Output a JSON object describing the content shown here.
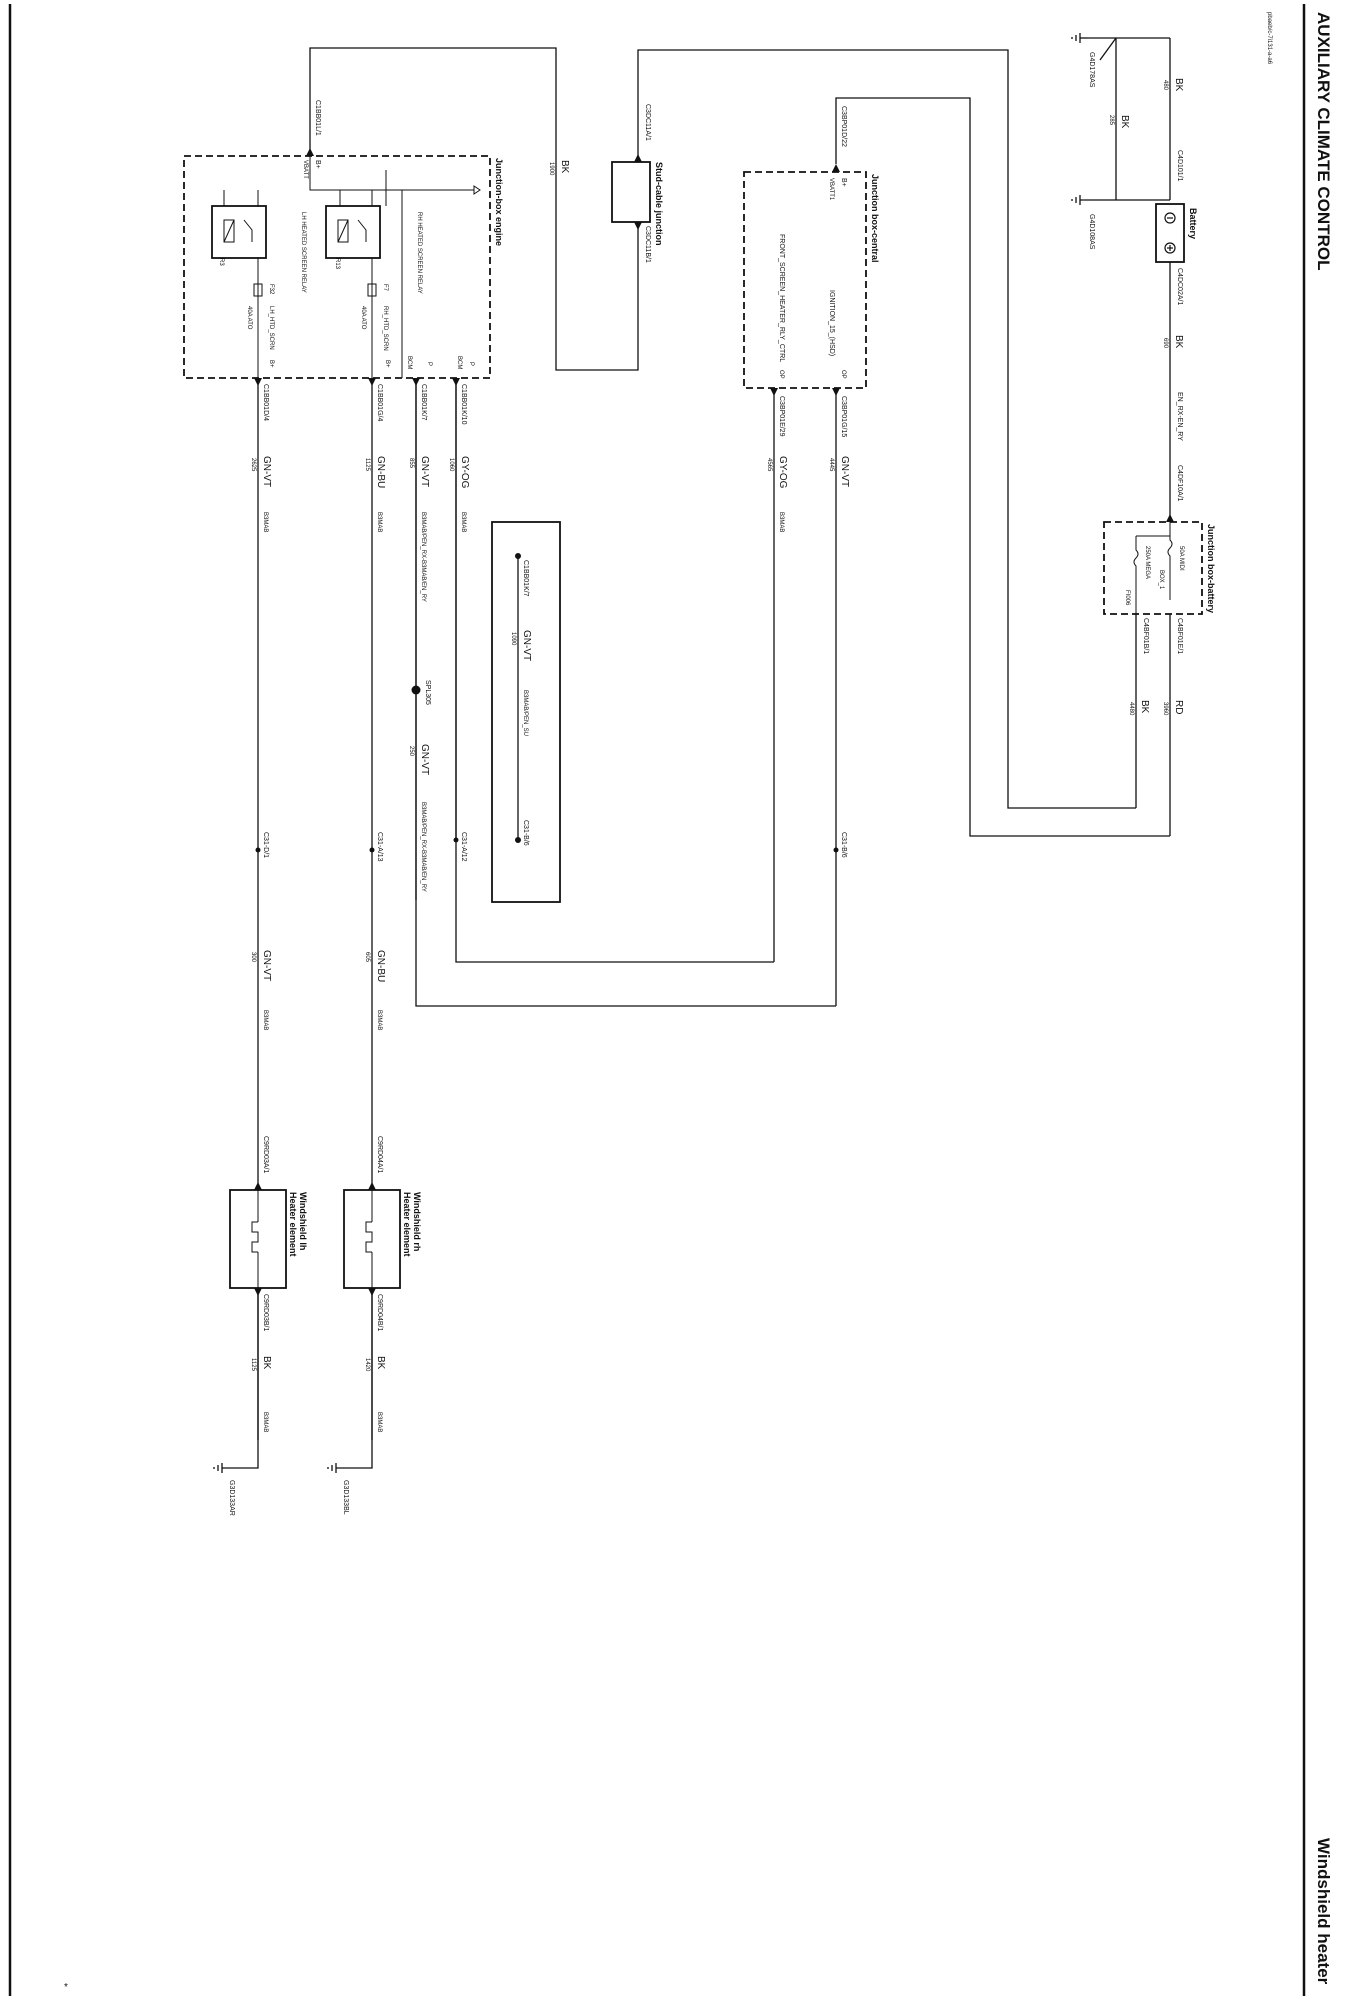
{
  "header": {
    "title": "AUXILIARY CLIMATE CONTROL",
    "subtitle": "Windshield heater",
    "ref": "pbaeb/c-7i131-a-a6"
  },
  "battery": {
    "name": "Battery",
    "neg_pin": "C4D101/1",
    "pos_pin": "C4DC02A/1",
    "neg_wire": {
      "color": "BK",
      "num": "480"
    },
    "ground_wire": {
      "color": "BK",
      "num": "285"
    },
    "pos_wire": {
      "color": "BK",
      "num": "690"
    },
    "ground_a": "G4D178AS",
    "ground_b": "G4D108AS"
  },
  "jbox_battery": {
    "name": "Junction box-battery",
    "in_pin": "C4DF10A/1",
    "in_label": "EN_RX-EN_RY",
    "fuse1": "50A MIDI",
    "fuse1_id": "BOX_1",
    "fuse2": "250A MEGA",
    "fuse2_id": "FI006",
    "out1_pin": "C4BF01E/1",
    "out1_wire": {
      "color": "RD",
      "num": "3960"
    },
    "out2_pin": "C4BF01B/1",
    "out2_wire": {
      "color": "BK",
      "num": "4480"
    }
  },
  "jbox_central": {
    "name": "Junction box-central",
    "in_pin": "C3BP01D/22",
    "vbatt": "VBATT1",
    "bplus": "B+",
    "sig1": "IGNITION_15_(HSD)",
    "sig2": "FRONT_SCREEN_HEATER_RLY_CTRL",
    "op1": "OP",
    "op2": "OP",
    "out1_pin": "C3BP01G/15",
    "out2_pin": "C3BP01E/29",
    "out1_wire": {
      "color": "GN-VT",
      "num": "4445"
    },
    "out2_wire": {
      "color": "GY-OG",
      "num": "4565"
    },
    "harness": "B3MAB"
  },
  "stud": {
    "name": "Stud-cable junction",
    "pin_a": "C3DC11A/1",
    "pin_b": "C3DC11B/1",
    "wire": {
      "color": "BK",
      "num": "1900"
    }
  },
  "jbox_engine": {
    "name": "Junction-box engine",
    "in_pin": "C1BB01L/1",
    "vbatt": "VBATT",
    "bplus": "B+",
    "relay_rh": {
      "id": "R13",
      "label": "RH HEATED SCREEN RELAY"
    },
    "relay_lh": {
      "id": "R3",
      "label": "LH HEATED SCREEN RELAY"
    },
    "fuse_rh": {
      "id": "F7",
      "rating": "40A ATO",
      "name": "RH_HTD_SCRN"
    },
    "fuse_lh": {
      "id": "F32",
      "rating": "40A ATO",
      "name": "LH_HTD_SCRN"
    },
    "pins": [
      {
        "pin": "C1BB01K/10",
        "type": "P",
        "bus": "BCM",
        "color": "GY-OG",
        "num": "1060",
        "harness": "B3MAB"
      },
      {
        "pin": "C1BB01K/7",
        "type": "P",
        "bus": "BCM",
        "color": "GN-VT",
        "num": "855",
        "harness": "B3MAB/PEN_RX-B3MAB/EN_RY"
      },
      {
        "pin": "C1BB01G/4",
        "type": "B+",
        "bus": "",
        "color": "GN-BU",
        "num": "1125",
        "harness": "B3MAB"
      },
      {
        "pin": "C1BB01D/4",
        "type": "B+",
        "bus": "",
        "color": "GN-VT",
        "num": "2625",
        "harness": "B3MAB"
      }
    ]
  },
  "splice": {
    "name": "SPL305",
    "wire": {
      "color": "GN-VT",
      "num": "250"
    },
    "harness": "B3MAB/PEN_RX-B3MAB/EN_RY"
  },
  "inset": {
    "pin_a": "C1BB01K/7",
    "pin_b": "C31-B/6",
    "wire": {
      "color": "GN-VT",
      "num": "1090"
    },
    "harness": "B3MAB/PEN_SU"
  },
  "connectors": {
    "c31_d1": "C31-D/1",
    "c31_a13": "C31-A/13",
    "c31_a12": "C31-A/12",
    "c31_b6": "C31-B/6"
  },
  "lower_wires": {
    "lh": {
      "color": "GN-VT",
      "num": "300",
      "harness": "B3MAB"
    },
    "rh": {
      "color": "GN-BU",
      "num": "605",
      "harness": "B3MAB"
    }
  },
  "heaters": {
    "lh": {
      "name": "Windshield lh",
      "name2": "Heater element",
      "pin_a": "C9RD03A/1",
      "pin_b": "C9RD03B/1",
      "gnd_wire": {
        "color": "BK",
        "num": "1125"
      },
      "harness": "B3MAB",
      "ground": "G3D133AR"
    },
    "rh": {
      "name": "Windshield rh",
      "name2": "Heater element",
      "pin_a": "C9RD04A/1",
      "pin_b": "C9RD04B/1",
      "gnd_wire": {
        "color": "BK",
        "num": "1420"
      },
      "harness": "B3MAB",
      "ground": "G3D133BL"
    }
  },
  "footer": {
    "mark": "*"
  }
}
